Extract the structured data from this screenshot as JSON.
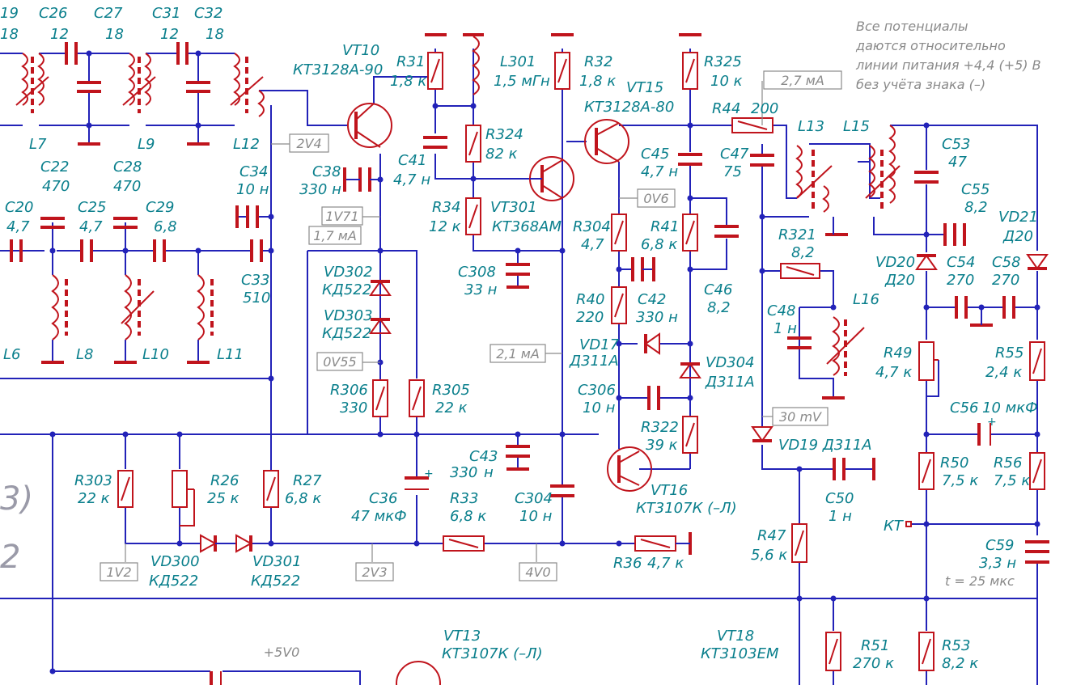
{
  "note": [
    "Все потенциалы",
    "даются относительно",
    "линии питания +4,4 (+5) В",
    "без учёта знака (–)"
  ],
  "test_tags": [
    "2V4",
    "1V71",
    "1,7 мА",
    "0V55",
    "2,1 мА",
    "0V6",
    "2,7 мА",
    "30 mV",
    "1V2",
    "2V3",
    "4V0",
    "+5V0"
  ],
  "scope_note": "t = 25 мкс",
  "fragments": [
    "3)",
    "2"
  ],
  "labels": [
    "19",
    "18",
    "C26",
    "12",
    "C27",
    "18",
    "C31",
    "12",
    "C32",
    "18",
    "L7",
    "L9",
    "L12",
    "VT10",
    "КТ3128А-90",
    "R31",
    "1,8 к",
    "L301",
    "1,5 мГн",
    "R32",
    "1,8 к",
    "R325",
    "10 к",
    "VT15",
    "КТ3128А-80",
    "R44",
    "200",
    "L13",
    "L15",
    "R324",
    "82 к",
    "C41",
    "4,7 н",
    "VT301",
    "КТ368АМ",
    "C38",
    "330 н",
    "C34",
    "10 н",
    "C22",
    "470",
    "C28",
    "470",
    "C20",
    "4,7",
    "C25",
    "4,7",
    "C29",
    "6,8",
    "C33",
    "510",
    "L6",
    "L8",
    "L10",
    "L11",
    "R34",
    "12 к",
    "C308",
    "33 н",
    "C45",
    "4,7 н",
    "C47",
    "75",
    "C53",
    "47",
    "C55",
    "8,2",
    "R304",
    "4,7",
    "R41",
    "6,8 к",
    "R321",
    "8,2",
    "VD21",
    "Д20",
    "VD20",
    "Д20",
    "C54",
    "270",
    "C58",
    "270",
    "VD302",
    "КД522",
    "VD303",
    "КД522",
    "R40",
    "220",
    "C42",
    "330 н",
    "C46",
    "8,2",
    "L16",
    "C48",
    "1 н",
    "R49",
    "4,7 к",
    "R55",
    "2,4 к",
    "VD17",
    "Д311А",
    "VD304",
    "Д311А",
    "R306",
    "330",
    "R305",
    "22 к",
    "C306",
    "10 н",
    "C56",
    "10 мкФ",
    "R322",
    "39 к",
    "VD19 Д311А",
    "C43",
    "330",
    "н",
    "R50",
    "7,5 к",
    "R56",
    "7,5 к",
    "VT16",
    "КТ3107К (–Л)",
    "C50",
    "1 н",
    "КТ",
    "R303",
    "22 к",
    "R26",
    "25 к",
    "R27",
    "6,8 к",
    "C36",
    "47 мкФ",
    "R33",
    "6,8 к",
    "C304",
    "10 н",
    "R47",
    "5,6 к",
    "C59",
    "3,3 н",
    "R36",
    "4,7 к",
    "VD300",
    "КД522",
    "VD301",
    "КД522",
    "VT13",
    "КТ3107К (–Л)",
    "VT18",
    "КТ3103ЕМ",
    "R51",
    "270 к",
    "R53",
    "8,2 к"
  ],
  "colors": {
    "wire": "#2222b8",
    "component": "#c0141c",
    "label": "#0a7f8c",
    "note": "#8a8a8a"
  }
}
